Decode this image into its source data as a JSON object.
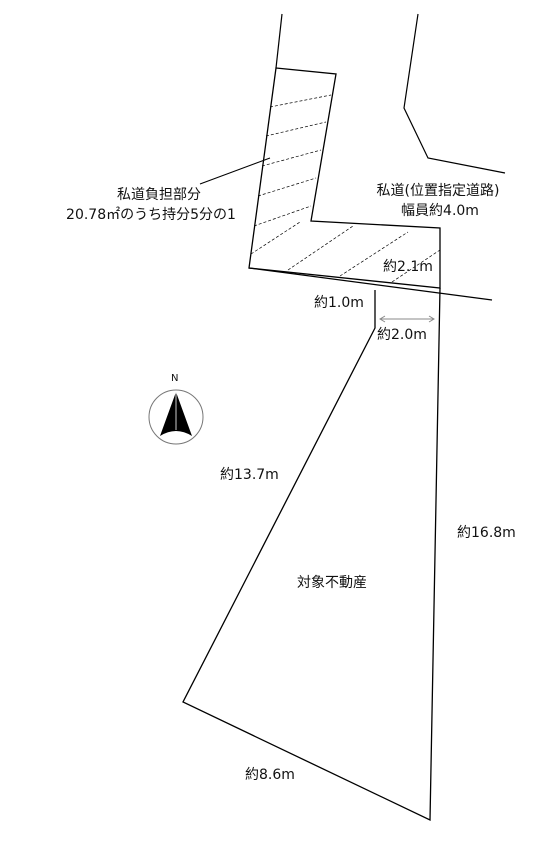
{
  "labels": {
    "burden_title": "私道負担部分",
    "burden_detail": "20.78㎡のうち持分5分の1",
    "road_title": "私道(位置指定道路)",
    "road_width": "幅員約4.0m",
    "dim_2_1": "約2.1m",
    "dim_1_0": "約1.0m",
    "dim_2_0": "約2.0m",
    "dim_13_7": "約13.7m",
    "dim_16_8": "約16.8m",
    "dim_8_6": "約8.6m",
    "property": "対象不動産",
    "north": "N"
  },
  "colors": {
    "line": "#000000",
    "text": "#111111",
    "arrow": "#888888"
  },
  "icons": {
    "compass": "north-arrow-icon"
  }
}
